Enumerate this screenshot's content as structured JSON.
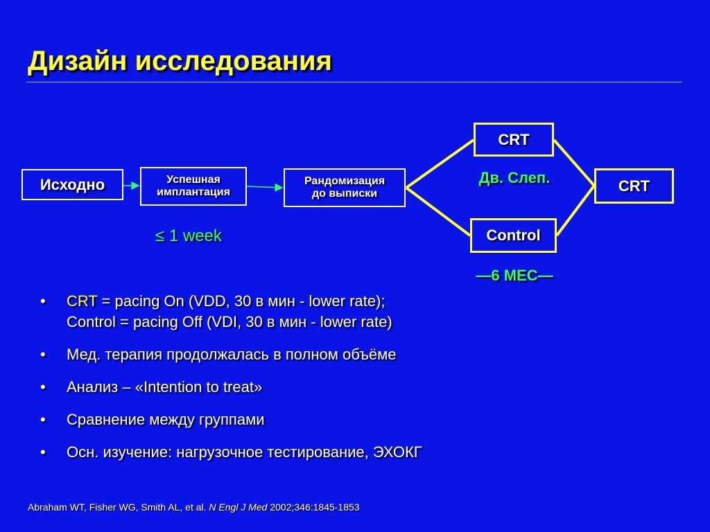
{
  "slide": {
    "title": "Дизайн исследования"
  },
  "flow": {
    "baseline": "Исходно",
    "implant_line1": "Успешная",
    "implant_line2": "имплантация",
    "random_line1": "Рандомизация",
    "random_line2": "до выписки",
    "crt_arm": "CRT",
    "control_arm": "Control",
    "crt_final": "CRT",
    "blind_label": "Дв. Слеп.",
    "week_label": "≤ 1 week",
    "months_label": "—6 МЕС—"
  },
  "bullets": {
    "b1_key": "CRT",
    "b1_rest": " = pacing On (VDD, 30 в мин - lower rate);",
    "b1_line2": "Control = pacing Off (VDI, 30 в мин - lower rate)",
    "b2": "Мед. терапия продолжалась в полном объёме",
    "b3": "Анализ – «Intention to treat»",
    "b4": "Сравнение между группами",
    "b5": "Осн. изучение:  нагрузочное тестирование, ЭХОКГ",
    "bullet_char": "•"
  },
  "citation": {
    "authors": "Abraham WT, Fisher WG, Smith AL, et al. ",
    "journal": "N Engl J Med",
    "ref": " 2002;346:1845-1853"
  },
  "colors": {
    "background": "#0a14e6",
    "title": "#ffff33",
    "accent_green": "#33ff66",
    "connector_yellow": "#ffff33"
  }
}
